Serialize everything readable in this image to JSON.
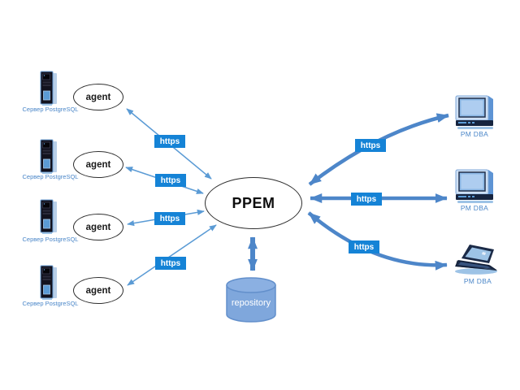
{
  "diagram": {
    "hub": {
      "label": "PPEM"
    },
    "repository": {
      "label": "repository"
    },
    "servers": [
      {
        "icon": "server-tower-icon",
        "label": "Сервер PostgreSQL",
        "agent_label": "agent"
      },
      {
        "icon": "server-tower-icon",
        "label": "Сервер PostgreSQL",
        "agent_label": "agent"
      },
      {
        "icon": "server-tower-icon",
        "label": "Сервер PostgreSQL",
        "agent_label": "agent"
      },
      {
        "icon": "server-tower-icon",
        "label": "Сервер PostgreSQL",
        "agent_label": "agent"
      }
    ],
    "workstations": [
      {
        "icon": "desktop-computer-icon",
        "label": "РМ DBA"
      },
      {
        "icon": "desktop-computer-icon",
        "label": "РМ DBA"
      },
      {
        "icon": "laptop-icon",
        "label": "РМ DBA"
      }
    ],
    "connections": [
      {
        "from": "agent-1",
        "to": "ppem",
        "label": "https"
      },
      {
        "from": "agent-2",
        "to": "ppem",
        "label": "https"
      },
      {
        "from": "agent-3",
        "to": "ppem",
        "label": "https"
      },
      {
        "from": "agent-4",
        "to": "ppem",
        "label": "https"
      },
      {
        "from": "ppem",
        "to": "workstation-1",
        "label": "https"
      },
      {
        "from": "ppem",
        "to": "workstation-2",
        "label": "https"
      },
      {
        "from": "ppem",
        "to": "workstation-3",
        "label": "https"
      }
    ],
    "colors": {
      "thin_arrow": "#5b9bd5",
      "thick_arrow": "#4d86c9",
      "https_badge_bg": "#1583d6",
      "https_badge_text": "#ffffff",
      "node_label_text": "#4a86c8",
      "repository_fill": "#7fa7dc",
      "ellipse_stroke": "#2f2f2f"
    }
  }
}
